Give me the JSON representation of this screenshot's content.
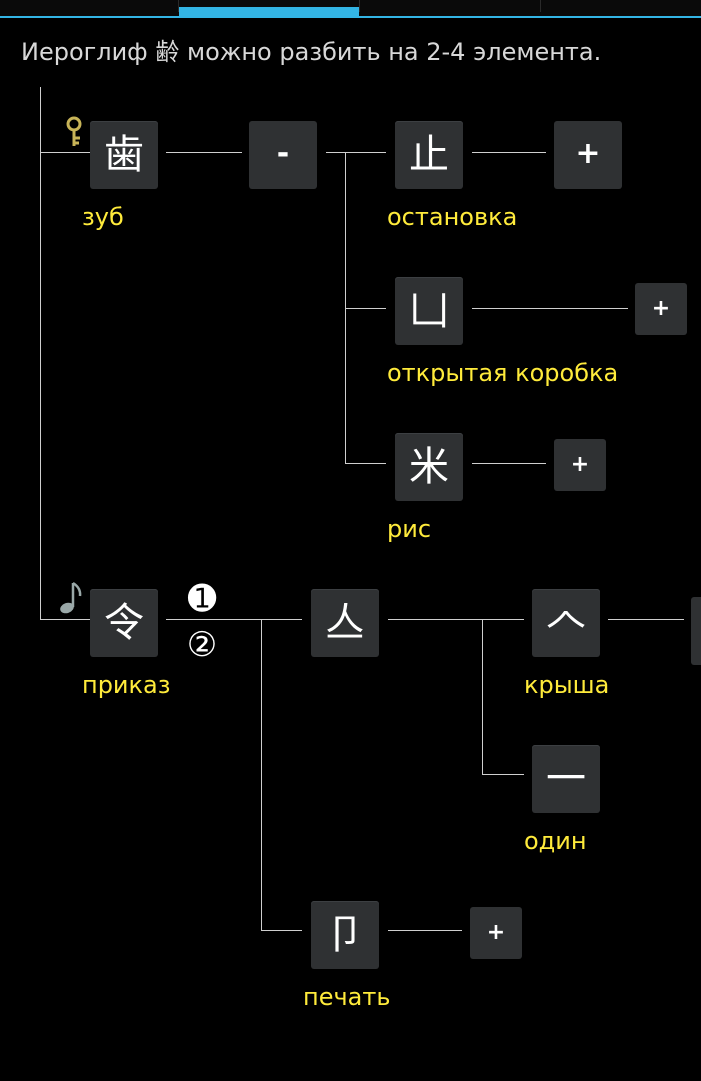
{
  "description": "Иероглиф 齢 можно разбить на 2-4 элемента.",
  "nodes": {
    "tooth": {
      "char": "歯",
      "label": "зуб"
    },
    "stop": {
      "char": "止",
      "label": "остановка"
    },
    "open_box": {
      "char": "凵",
      "label": "открытая коробка"
    },
    "rice": {
      "char": "米",
      "label": "рис"
    },
    "order": {
      "char": "令",
      "label": "приказ"
    },
    "top_part": {
      "char": "亼"
    },
    "roof": {
      "char": "𠆢",
      "label": "крыша"
    },
    "one": {
      "char": "一",
      "label": "один"
    },
    "seal": {
      "char": "卩",
      "label": "печать"
    }
  },
  "buttons": {
    "collapse": "-",
    "expand": "+"
  },
  "markers": {
    "first": "➊",
    "second": "②"
  },
  "icons": {
    "key": "key-icon",
    "music_note": "music-note-icon"
  },
  "colors": {
    "accent": "#33b5e5",
    "label": "#ffeb3b",
    "tile": "#2f3133"
  }
}
